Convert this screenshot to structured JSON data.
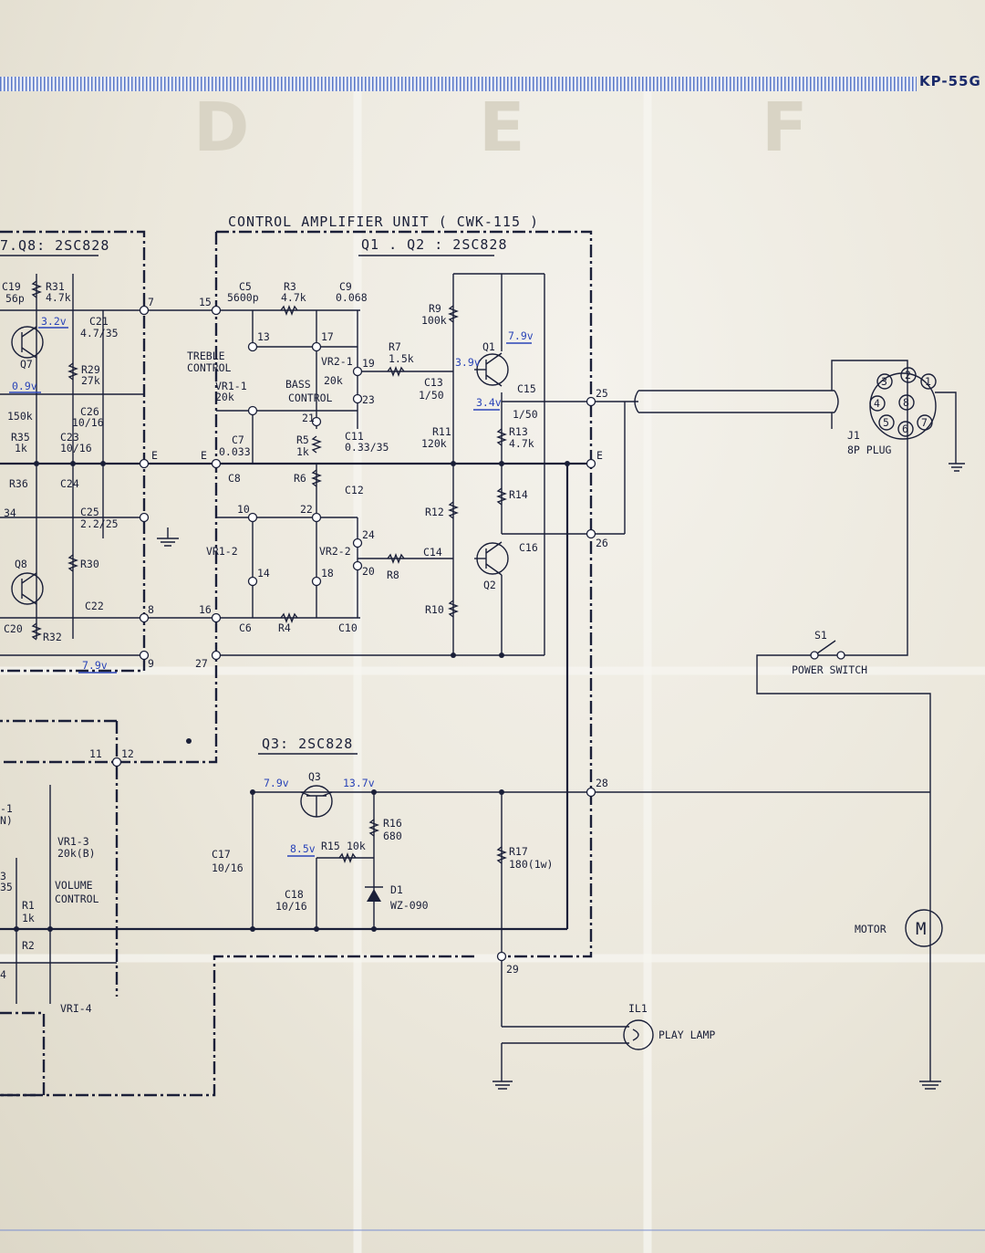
{
  "header": {
    "model": "KP-55G"
  },
  "columns": [
    "D",
    "E",
    "F"
  ],
  "unit": {
    "title": "CONTROL AMPLIFIER UNIT ( CWK-115 )",
    "transistors": "Q1 . Q2 : 2SC828",
    "left_transistors": "7.Q8: 2SC828",
    "q3_label": "Q3: 2SC828"
  },
  "voltages": {
    "q7_base": "3.2v",
    "q7_emitter": "0.9v",
    "rail_left": "7.9v",
    "q1_base": "3.9v",
    "q1_collector": "7.9v",
    "q1_emitter": "3.4v",
    "q3_in": "7.9v",
    "q3_out": "13.7v",
    "q3_base": "8.5v"
  },
  "parts": {
    "c19": "C19",
    "c19v": "56p",
    "r31": "R31",
    "r31v": "4.7k",
    "c21": "C21",
    "c21v": "4.7/35",
    "r29": "R29",
    "r29v": "27k",
    "c26": "C26",
    "c26v": "10/16",
    "r150": "150k",
    "r35": "R35",
    "r35v": "1k",
    "c23": "C23",
    "c23v": "10/16",
    "r36": "R36",
    "c24": "C24",
    "r34": "34",
    "c25": "C25",
    "c25v": "2.2/25",
    "q7": "Q7",
    "q8": "Q8",
    "r30": "R30",
    "c22": "C22",
    "c20": "C20",
    "r32": "R32",
    "c5": "C5",
    "c5v": "5600p",
    "r3": "R3",
    "r3v": "4.7k",
    "c9": "C9",
    "c9v": "0.068",
    "treble": "TREBLE",
    "control": "CONTROL",
    "vr11": "VR1-1",
    "vr11v": "20k",
    "vr21": "VR2-1",
    "vr21v": "20k",
    "bass": "BASS",
    "bass_ctl": "CONTROL",
    "r7": "R7",
    "r7v": "1.5k",
    "c13": "C13",
    "c13v": "1/50",
    "r9": "R9",
    "r9v": "100k",
    "q1": "Q1",
    "c15": "C15",
    "c15v": "1/50",
    "r11": "R11",
    "r11v": "120k",
    "r13": "R13",
    "r13v": "4.7k",
    "c7": "C7",
    "c7v": "0.033",
    "r5": "R5",
    "r5v": "1k",
    "c11": "C11",
    "c11v": "0.33/35",
    "c8": "C8",
    "r6": "R6",
    "c12": "C12",
    "r12": "R12",
    "r14": "R14",
    "vr12": "VR1-2",
    "vr22": "VR2-2",
    "c14": "C14",
    "c16": "C16",
    "r8": "R8",
    "q2": "Q2",
    "r10": "R10",
    "c6": "C6",
    "r4": "R4",
    "c10": "C10",
    "q3": "Q3",
    "c17": "C17",
    "c17v": "10/16",
    "r15": "R15",
    "r15v": "10k",
    "r16": "R16",
    "r16v": "680",
    "c18": "C18",
    "c18v": "10/16",
    "d1": "D1",
    "d1v": "WZ-090",
    "r17": "R17",
    "r17v": "180(1w)",
    "vr13": "VR1-3",
    "vr13v": "20k(B)",
    "volume": "VOLUME",
    "vol_ctl": "CONTROL",
    "r1": "R1",
    "r1v": "1k",
    "r2": "R2",
    "vr14": "VRI-4",
    "n": "N)",
    "three5": "35",
    "four": "4",
    "three": "3",
    "one": "-1",
    "j1": "J1",
    "j1v": "8P PLUG",
    "s1": "S1",
    "power": "POWER SWITCH",
    "motor": "MOTOR",
    "m": "M",
    "il1": "IL1",
    "lamp": "PLAY LAMP"
  },
  "terminals": [
    "7",
    "15",
    "13",
    "17",
    "19",
    "23",
    "E",
    "E",
    "E",
    "9",
    "21",
    "10",
    "22",
    "24",
    "14",
    "18",
    "20",
    "8",
    "16",
    "27",
    "25",
    "26",
    "28",
    "29",
    "11",
    "12"
  ],
  "plug_pins": [
    "1",
    "2",
    "3",
    "4",
    "5",
    "6",
    "7",
    "8"
  ]
}
